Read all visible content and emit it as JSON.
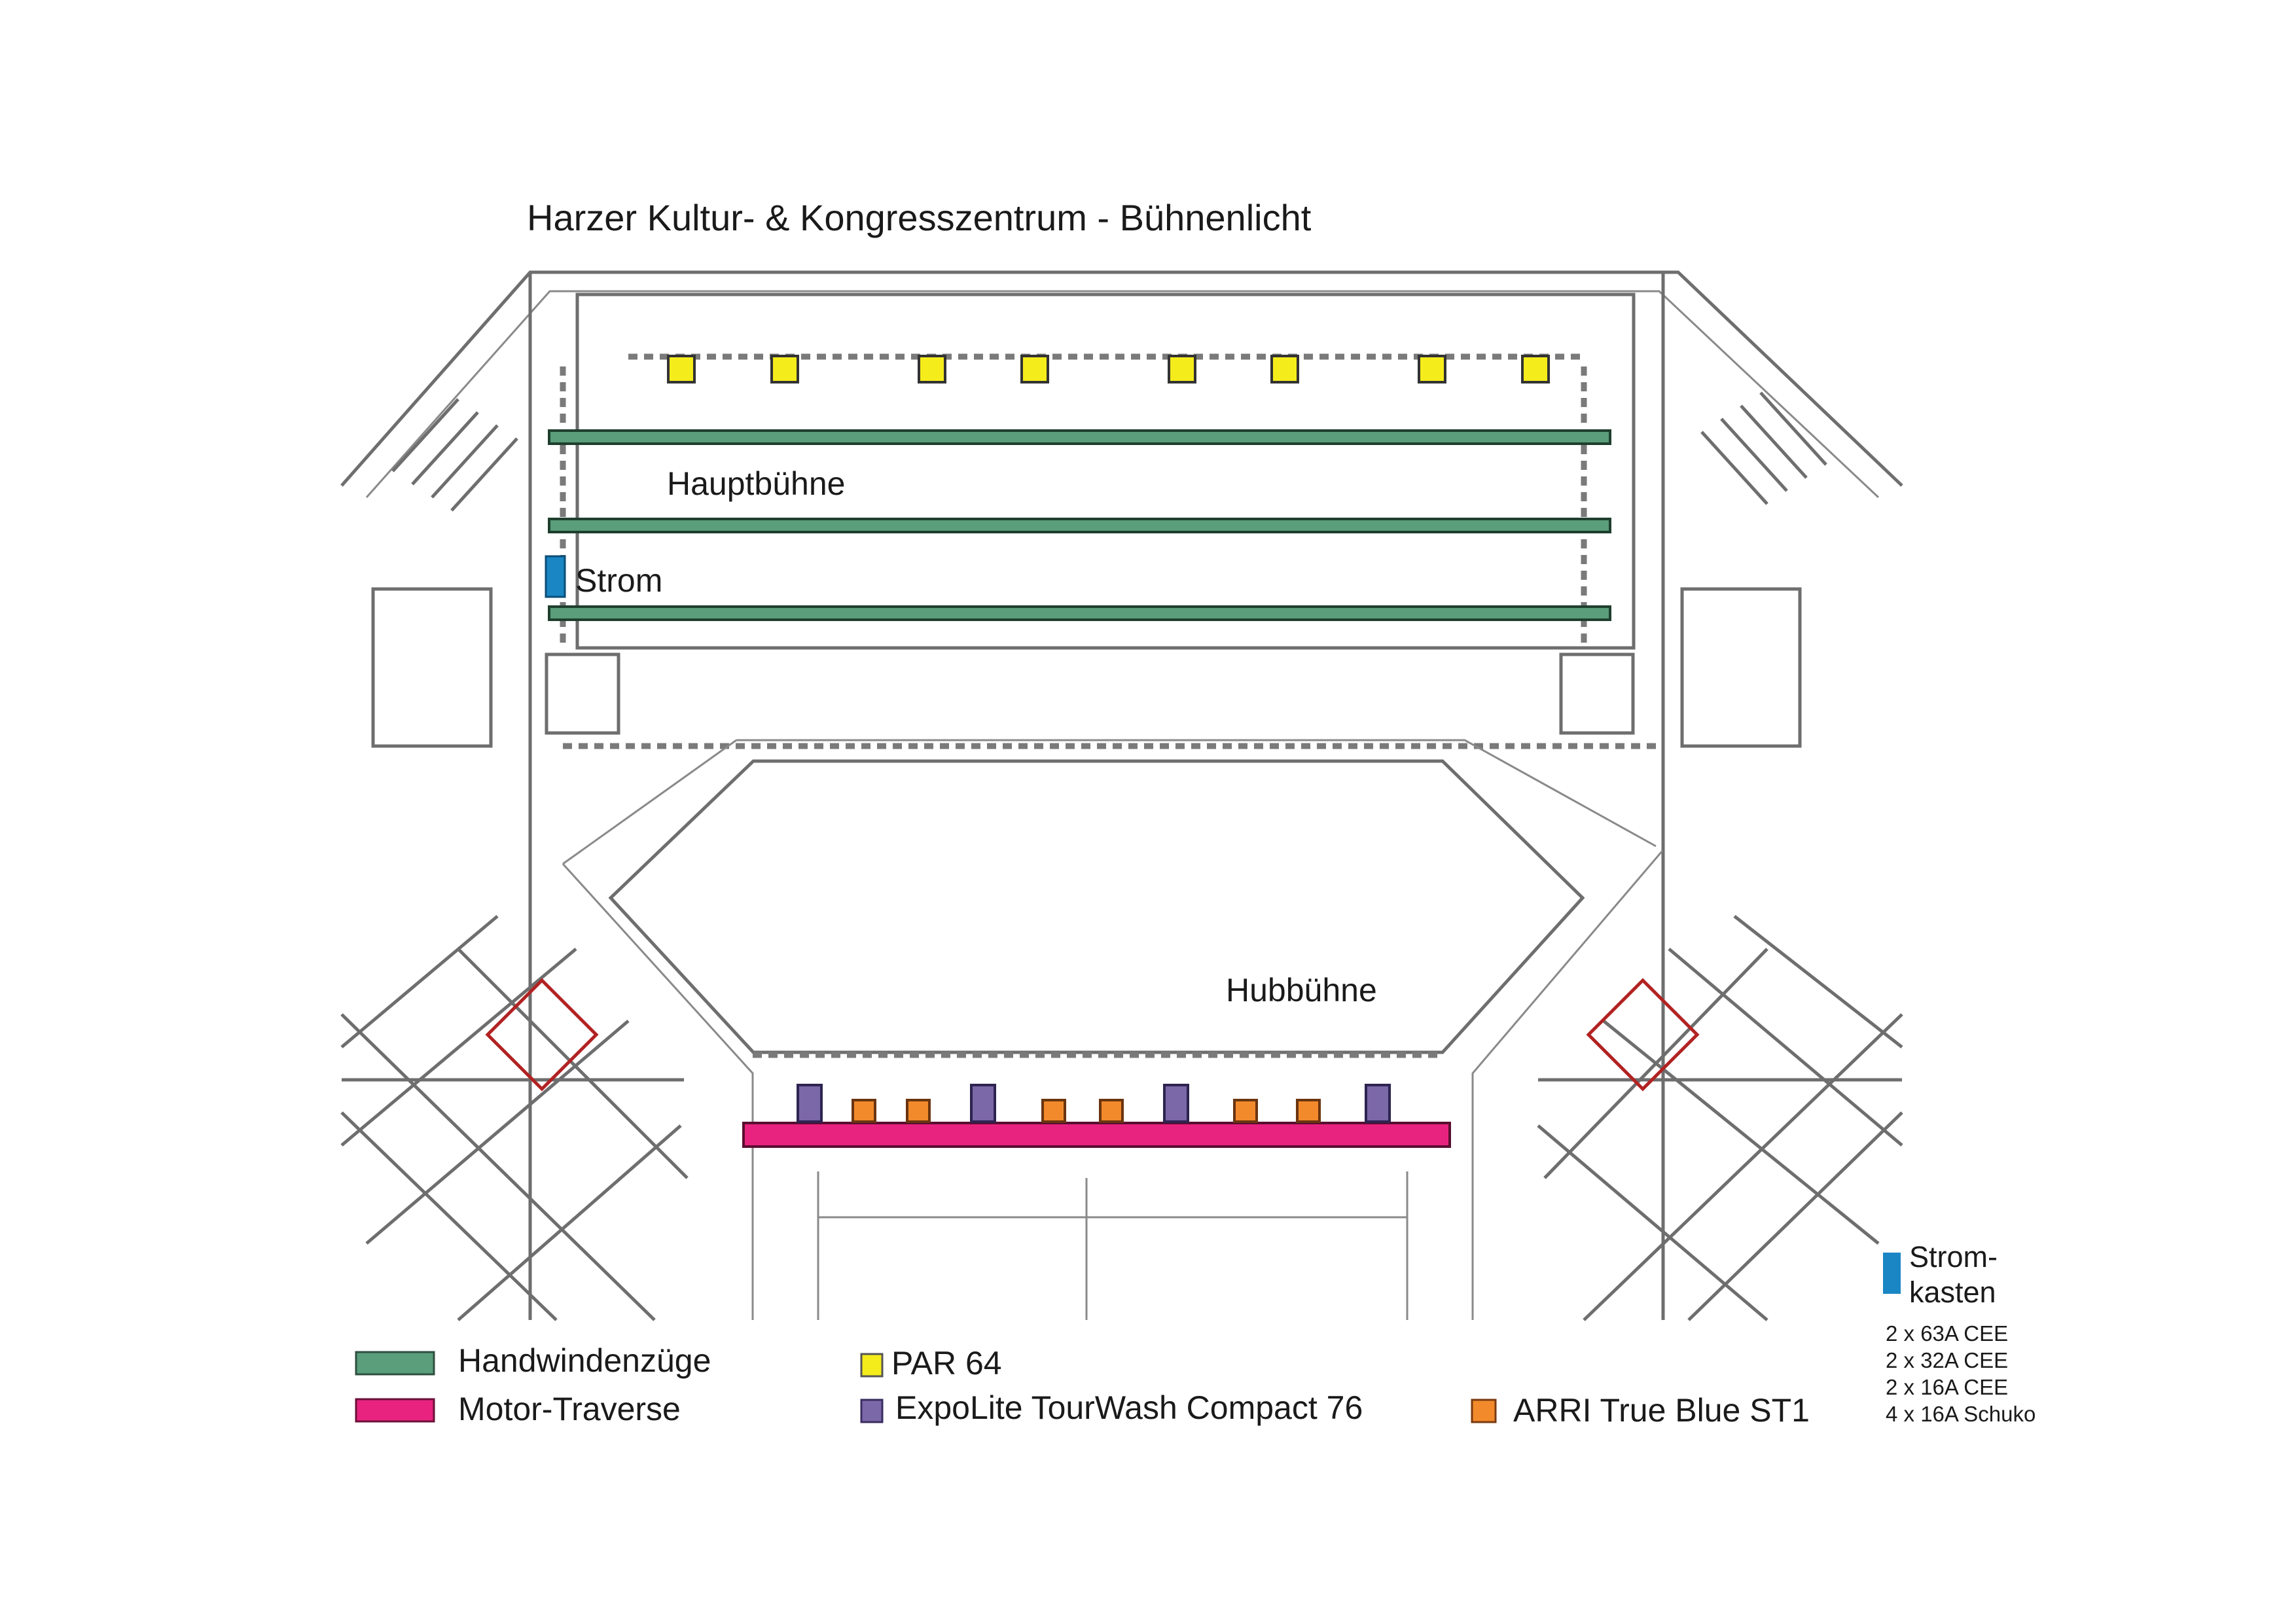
{
  "title": "Harzer Kultur- & Kongresszentrum - Bühnenlicht",
  "labels": {
    "main_stage": "Hauptbühne",
    "lift_stage": "Hubbühne",
    "power": "Strom"
  },
  "legend": {
    "hand_winch": {
      "label": "Handwindenzüge",
      "color": "#5a9e7c"
    },
    "motor_truss": {
      "label": "Motor-Traverse",
      "color": "#e8237f"
    },
    "par64": {
      "label": "PAR 64",
      "color": "#f5ec1c"
    },
    "expolite": {
      "label": "ExpoLite TourWash Compact 76",
      "color": "#7b68a8"
    },
    "arri": {
      "label": "ARRI True Blue ST1",
      "color": "#f28a2c"
    },
    "power_box": {
      "label_line1": "Strom-",
      "label_line2": "kasten",
      "color": "#1a86c4"
    }
  },
  "power_outlets": [
    "2 x 63A CEE",
    "2 x 32A CEE",
    "2 x 16A CEE",
    "4 x 16A Schuko"
  ],
  "counts": {
    "hand_winch_bars": 3,
    "par64": 8,
    "expolite": 4,
    "arri": 6,
    "motor_truss": 1
  }
}
